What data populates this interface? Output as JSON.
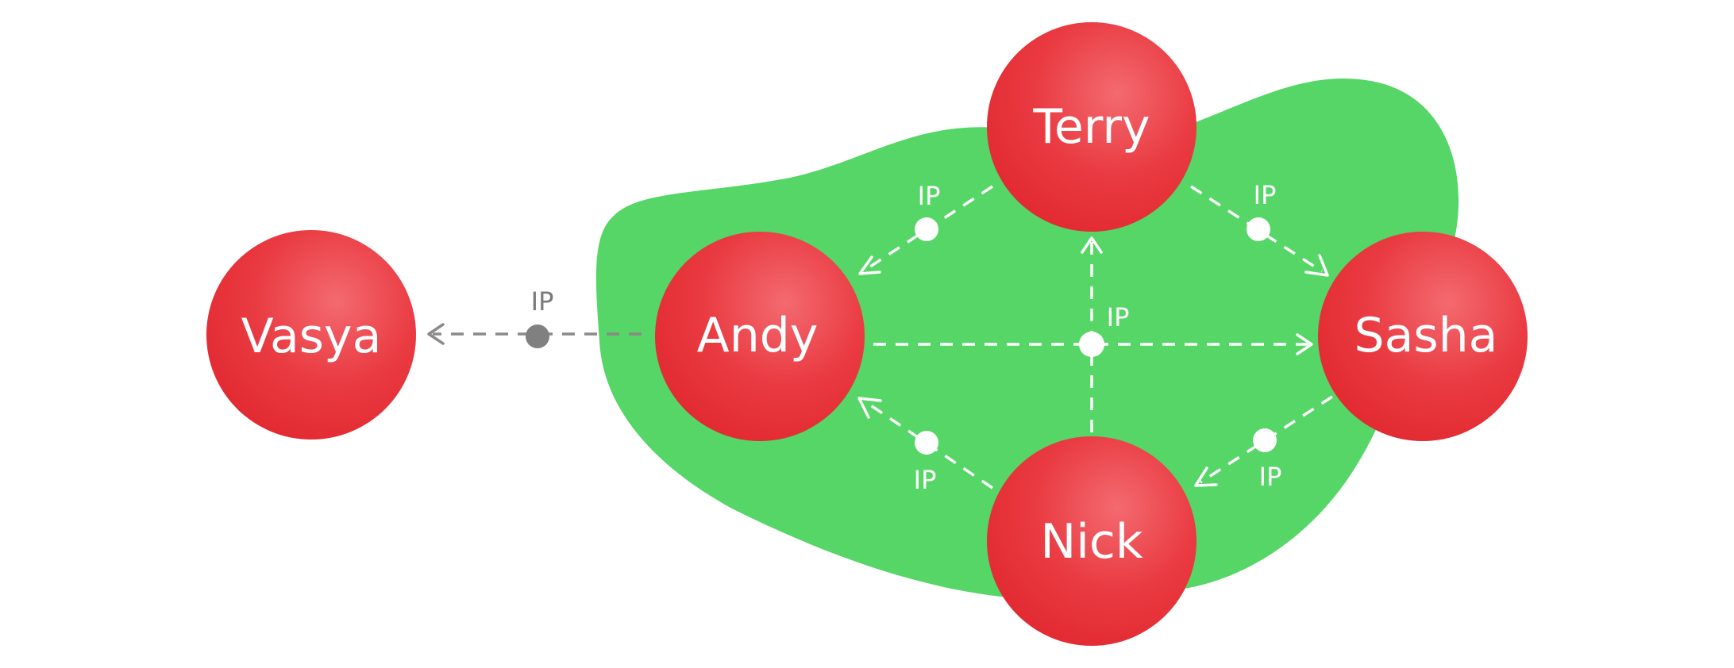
{
  "colors": {
    "node_fill": "#e8333a",
    "node_highlight": "#f26268",
    "cluster_fill": "#55d666",
    "edge_inside": "#ffffff",
    "edge_outside": "#8a8a8a",
    "ip_dot_outside": "#808080"
  },
  "nodes": {
    "vasya": {
      "label": "Vasya"
    },
    "andy": {
      "label": "Andy"
    },
    "terry": {
      "label": "Terry"
    },
    "sasha": {
      "label": "Sasha"
    },
    "nick": {
      "label": "Nick"
    }
  },
  "edges": [
    {
      "from": "Andy",
      "to": "Vasya",
      "label": "IP"
    },
    {
      "from": "Terry",
      "to": "Andy",
      "label": "IP"
    },
    {
      "from": "Terry",
      "to": "Sasha",
      "label": "IP"
    },
    {
      "from": "Nick",
      "to": "Terry",
      "label": "IP"
    },
    {
      "from": "Andy",
      "to": "Sasha",
      "label": "IP"
    },
    {
      "from": "Nick",
      "to": "Andy",
      "label": "IP"
    },
    {
      "from": "Sasha",
      "to": "Nick",
      "label": "IP"
    }
  ]
}
